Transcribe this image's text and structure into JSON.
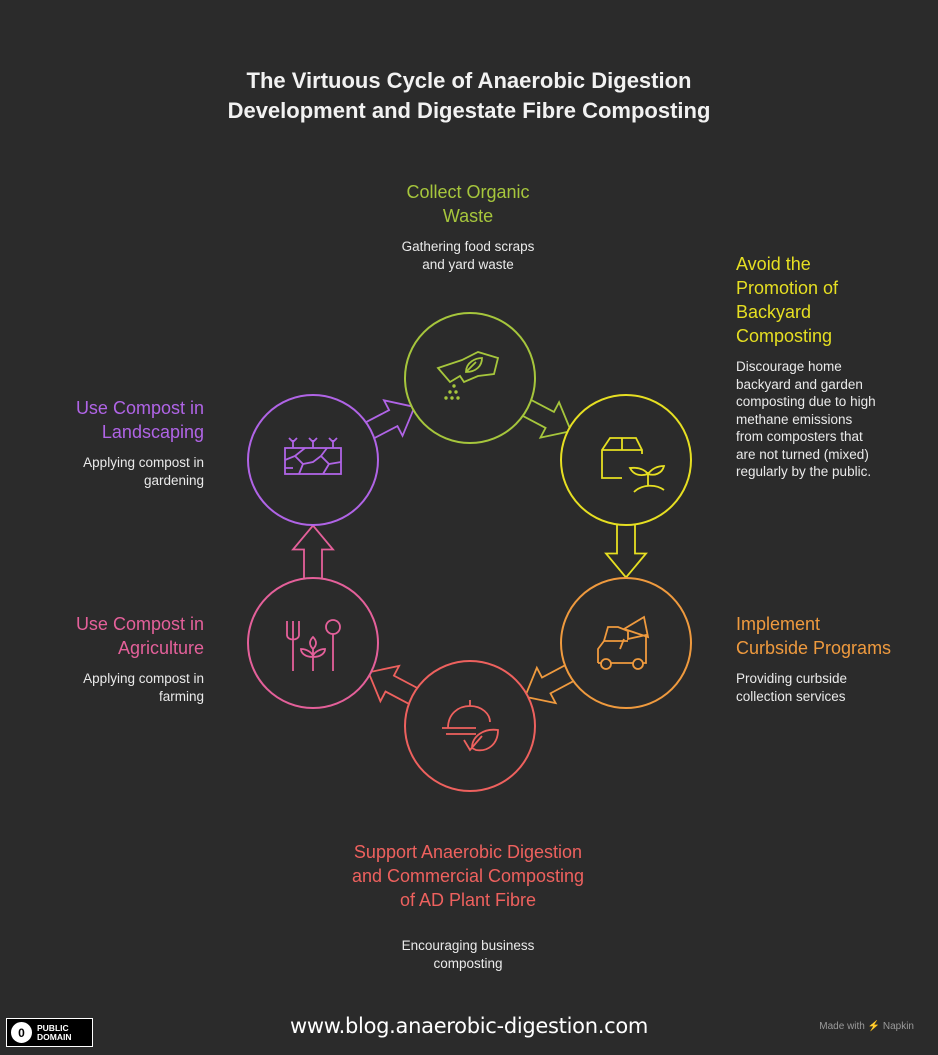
{
  "title": {
    "line1": "The Virtuous Cycle of Anaerobic Digestion",
    "line2": "Development and Digestate Fibre Composting"
  },
  "colors": {
    "background": "#2b2b2b",
    "green": "#a6c63c",
    "yellow": "#e6df22",
    "orange": "#ef9a3e",
    "red": "#ee615e",
    "pink": "#e4609a",
    "purple": "#b064e6"
  },
  "steps": [
    {
      "title_lines": [
        "Collect Organic",
        "Waste"
      ],
      "desc_lines": [
        "Gathering food scraps",
        "and yard waste"
      ],
      "icon": "compost-bag-leaf-icon",
      "color": "#a6c63c"
    },
    {
      "title_lines": [
        "Avoid the",
        "Promotion of",
        "Backyard",
        "Composting"
      ],
      "desc_lines": [
        "Discourage home",
        "backyard and garden",
        "composting due to high",
        "methane emissions",
        "from composters that",
        "are not turned (mixed)",
        "regularly by the public."
      ],
      "icon": "box-sprout-icon",
      "color": "#e6df22"
    },
    {
      "title_lines": [
        "Implement",
        "Curbside Programs"
      ],
      "desc_lines": [
        "Providing curbside",
        "collection services"
      ],
      "icon": "truck-megaphone-icon",
      "color": "#ef9a3e"
    },
    {
      "title_lines": [
        "Support Anaerobic Digestion",
        "and Commercial Composting",
        "of AD Plant Fibre"
      ],
      "desc_lines": [
        "Encouraging business",
        "composting"
      ],
      "icon": "cloche-leaf-icon",
      "color": "#ee615e"
    },
    {
      "title_lines": [
        "Use Compost in",
        "Agriculture"
      ],
      "desc_lines": [
        "Applying compost in",
        "farming"
      ],
      "icon": "fork-plant-spoon-icon",
      "color": "#e4609a"
    },
    {
      "title_lines": [
        "Use Compost in",
        "Landscaping"
      ],
      "desc_lines": [
        "Applying compost in",
        "gardening"
      ],
      "icon": "soil-sprouts-icon",
      "color": "#b064e6"
    }
  ],
  "footer": {
    "url": "www.blog.anaerobic-digestion.com",
    "badge_line1": "PUBLIC",
    "badge_line2": "DOMAIN",
    "badge_symbol": "0",
    "made_with": "Made with ⚡ Napkin"
  }
}
